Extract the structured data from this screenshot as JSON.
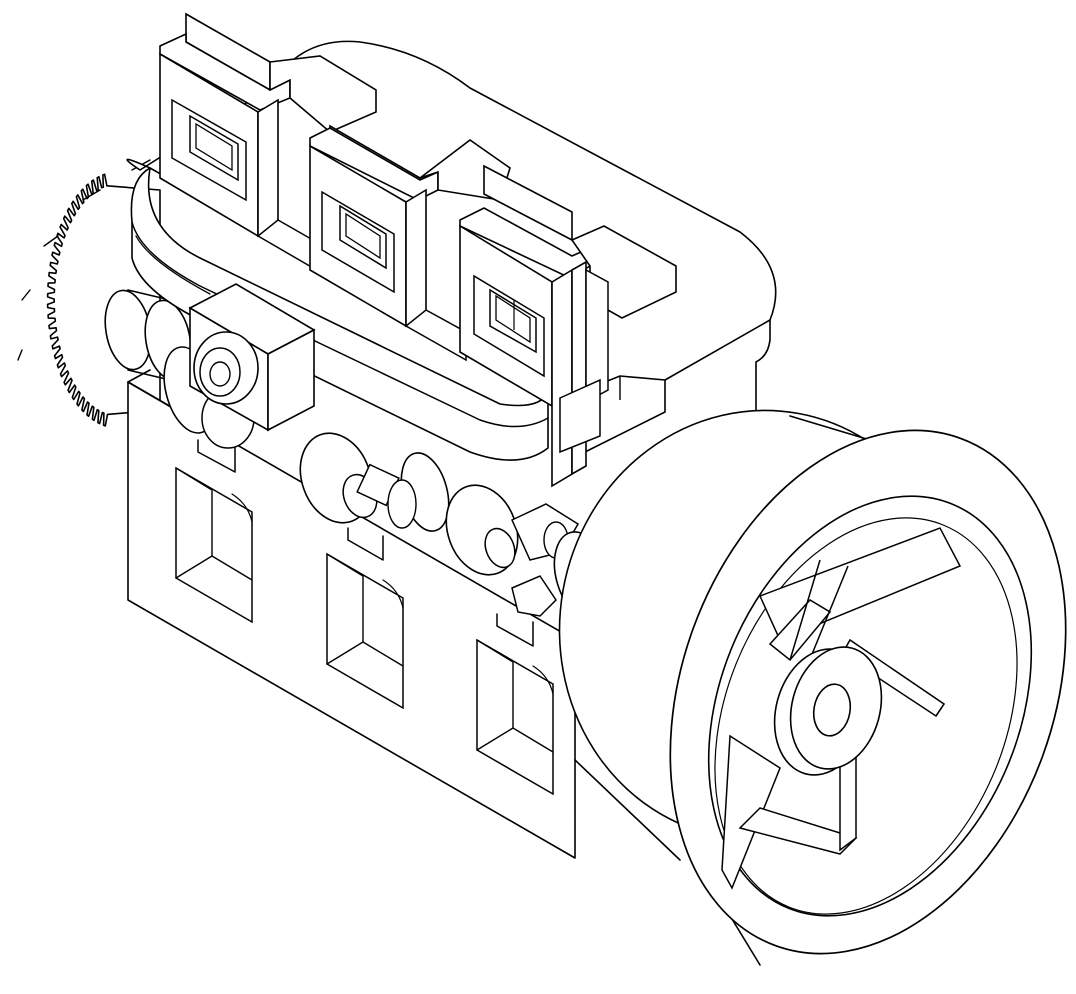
{
  "figure": {
    "subject": "engine-isometric-line-drawing",
    "style": "black-outline-on-white",
    "stroke_color": "#000000",
    "fill_color": "#ffffff",
    "cylinders": 3,
    "block_windows": 3,
    "crank_throws": 3,
    "flywheel_spokes": 4
  }
}
